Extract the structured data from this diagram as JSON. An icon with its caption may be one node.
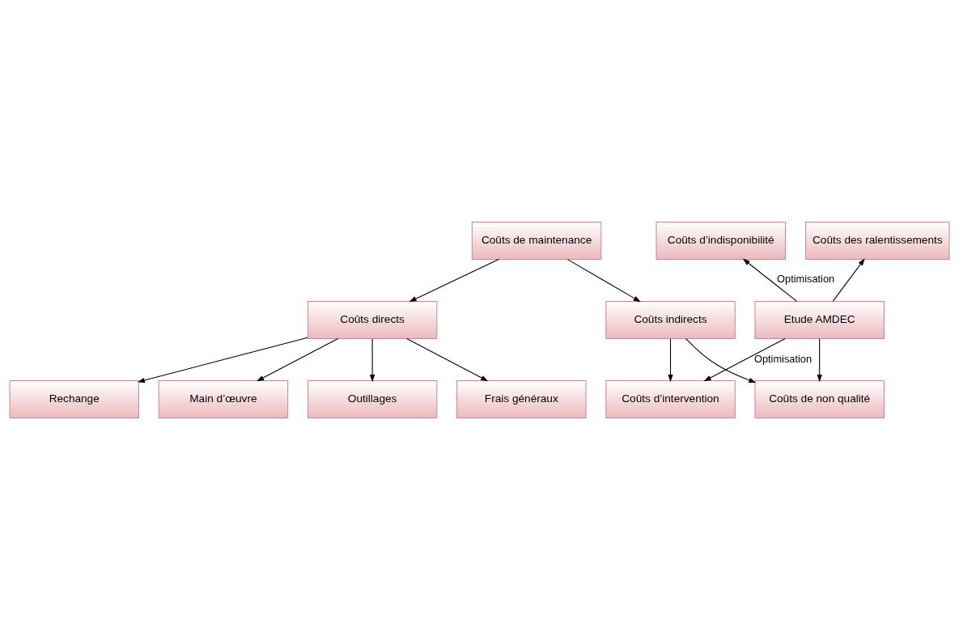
{
  "diagram": {
    "nodes": [
      {
        "text": [
          "Coûts de maintenance"
        ]
      },
      {
        "text": [
          "Coûts directs"
        ]
      },
      {
        "text": [
          "Coûts indirects"
        ]
      },
      {
        "text": [
          "Rechange"
        ]
      },
      {
        "text": [
          "Main d’œuvre"
        ]
      },
      {
        "text": [
          "Outillages"
        ]
      },
      {
        "text": [
          "Frais généraux"
        ]
      },
      {
        "text": [
          "Coûts d’indisponibilité"
        ]
      },
      {
        "text": [
          "Coûts des ralentissements"
        ]
      },
      {
        "text": [
          "Etude AMDEC"
        ]
      },
      {
        "text": [
          "Coûts d’intervention"
        ]
      },
      {
        "text": [
          "Coûts de non qualité"
        ]
      }
    ],
    "edges": [
      {
        "from": 0,
        "to": 1,
        "arrow": "to"
      },
      {
        "from": 0,
        "to": 2,
        "arrow": "to"
      },
      {
        "from": 1,
        "to": 3,
        "arrow": "to"
      },
      {
        "from": 1,
        "to": 4,
        "arrow": "to"
      },
      {
        "from": 1,
        "to": 5,
        "arrow": "to"
      },
      {
        "from": 1,
        "to": 6,
        "arrow": "to"
      },
      {
        "from": 2,
        "to": 10,
        "arrow": "to"
      },
      {
        "from": 2,
        "to": 11,
        "arrow": "to"
      },
      {
        "from": 9,
        "to": 7,
        "arrow": "to",
        "label": "Optimisation"
      },
      {
        "from": 9,
        "to": 8,
        "arrow": "to"
      },
      {
        "from": 9,
        "to": 10,
        "arrow": "to",
        "label": "Optimisation"
      },
      {
        "from": 9,
        "to": 11,
        "arrow": "to"
      }
    ]
  }
}
